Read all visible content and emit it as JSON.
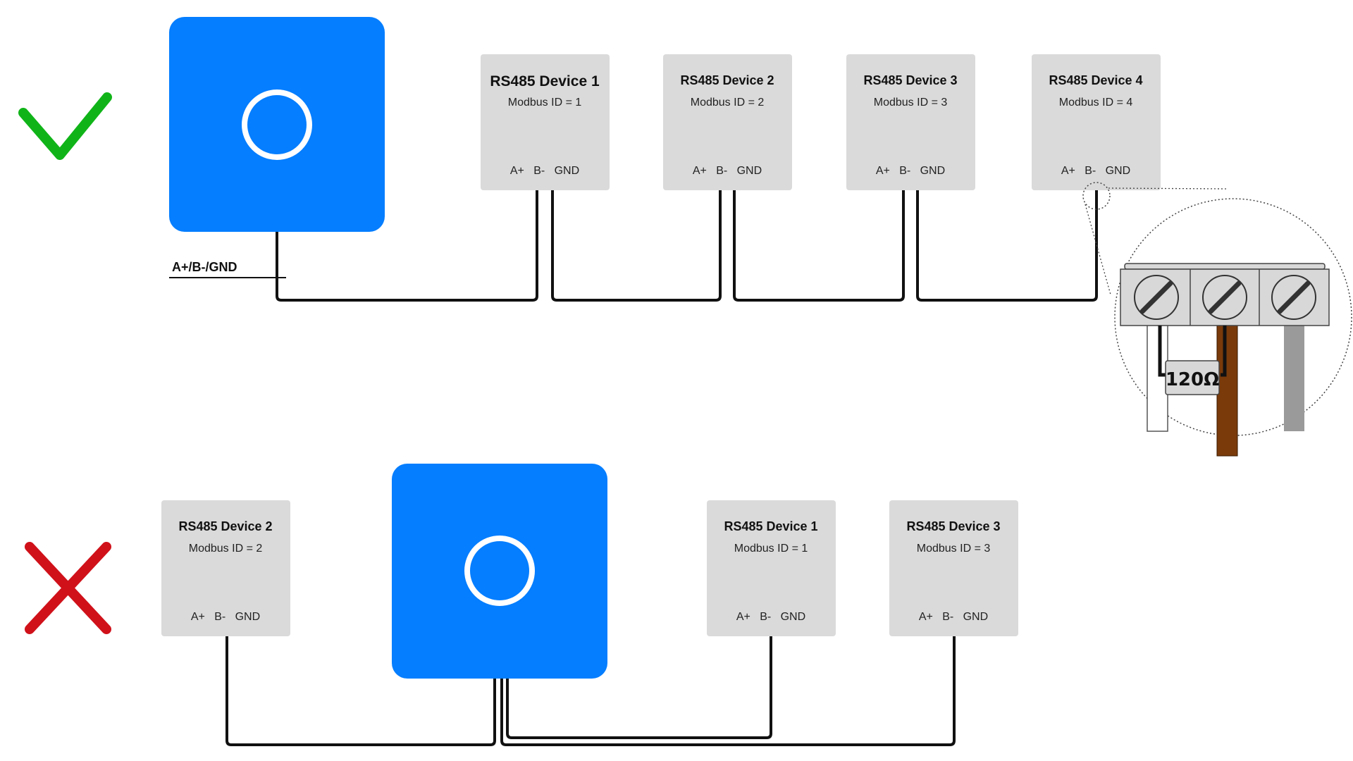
{
  "diagram": {
    "correct": {
      "status_icon": "checkmark-icon",
      "bus_label": "A+/B-/GND",
      "devices": [
        {
          "title": "RS485 Device 1",
          "subtitle": "Modbus ID = 1",
          "pins": "A+   B-   GND"
        },
        {
          "title": "RS485 Device 2",
          "subtitle": "Modbus ID = 2",
          "pins": "A+   B-   GND"
        },
        {
          "title": "RS485 Device 3",
          "subtitle": "Modbus ID = 3",
          "pins": "A+   B-   GND"
        },
        {
          "title": "RS485 Device 4",
          "subtitle": "Modbus ID = 4",
          "pins": "A+   B-   GND"
        }
      ],
      "terminator": {
        "resistor_label": "120Ω"
      }
    },
    "incorrect": {
      "status_icon": "cross-icon",
      "devices": [
        {
          "title": "RS485 Device 2",
          "subtitle": "Modbus ID = 2",
          "pins": "A+   B-   GND"
        },
        {
          "title": "RS485 Device 1",
          "subtitle": "Modbus ID = 1",
          "pins": "A+   B-   GND"
        },
        {
          "title": "RS485 Device 3",
          "subtitle": "Modbus ID = 3",
          "pins": "A+   B-   GND"
        }
      ]
    }
  },
  "colors": {
    "controller_blue": "#057EFF",
    "device_gray": "#DADADA",
    "check_green": "#10B418",
    "cross_red": "#D0111A",
    "wire_white": "#FFFFFF",
    "wire_brown": "#7A3A0A",
    "wire_gray": "#9A9A9A"
  }
}
